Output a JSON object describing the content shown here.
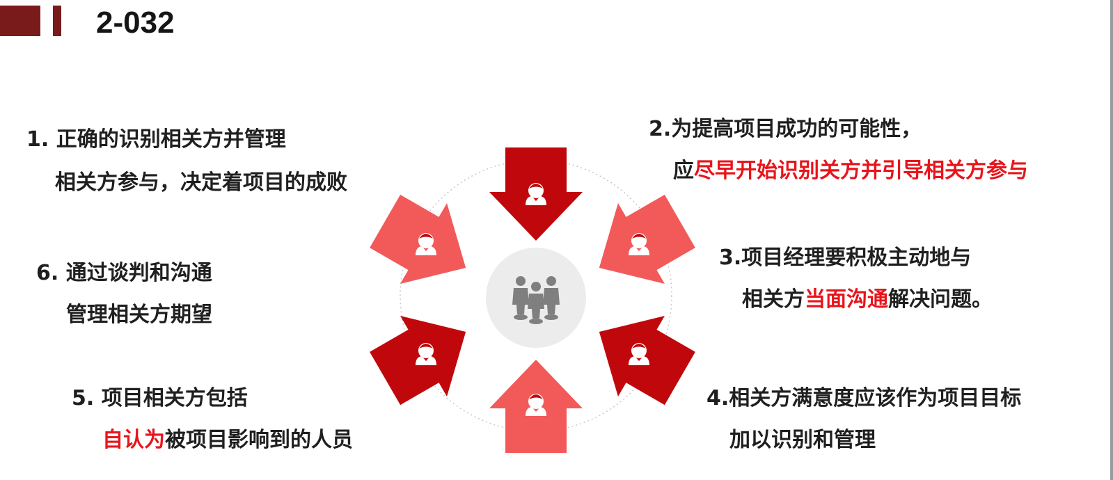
{
  "title": "2-032",
  "colors": {
    "header": "#7a1b1b",
    "dark_red": "#c0080c",
    "light_red": "#f25a5a",
    "highlight": "#e8141b",
    "hub": "#ececec",
    "icon_gray": "#7f7f7f"
  },
  "icons": {
    "arrow_person": "person-icon",
    "hub": "group-icon"
  },
  "notes": {
    "n1": {
      "line1": "1. 正确的识别相关方并管理",
      "line2": "相关方参与，决定着项目的成败"
    },
    "n2": {
      "line1": "2.为提高项目成功的可能性，",
      "line2_pre": "应",
      "line2_hl": "尽早开始识别关方并引导相关方参与"
    },
    "n3": {
      "line1": "3.项目经理要积极主动地与",
      "line2_pre": "相关方",
      "line2_hl": "当面沟通",
      "line2_post": "解决问题。"
    },
    "n4": {
      "line1": "4.相关方满意度应该作为项目目标",
      "line2": "加以识别和管理"
    },
    "n5": {
      "line1": "5. 项目相关方包括",
      "line2_hl": "自认为",
      "line2_post": "被项目影响到的人员"
    },
    "n6": {
      "line1": "6. 通过谈判和沟通",
      "line2": "管理相关方期望"
    }
  }
}
